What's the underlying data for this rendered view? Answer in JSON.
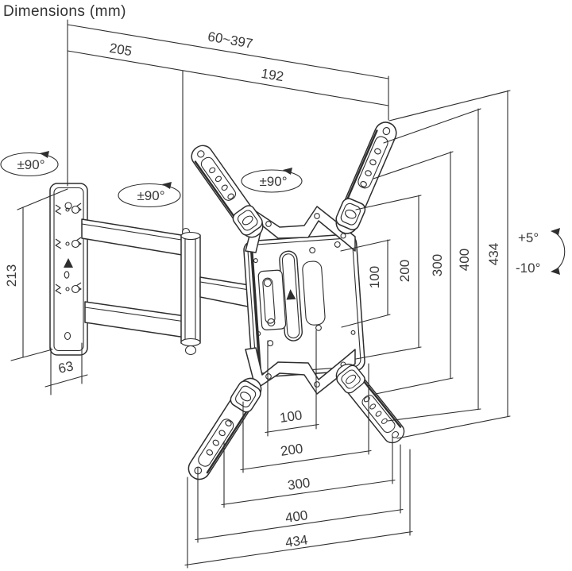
{
  "title": "Dimensions (mm)",
  "colors": {
    "line": "#2e2e2e",
    "text": "#3a3a3a",
    "background": "#ffffff"
  },
  "labels": {
    "extension_range": "60~397",
    "arm_section_left": "205",
    "arm_section_right": "192",
    "wall_plate_height": "213",
    "wall_plate_depth": "63",
    "swivel_wall": "±90°",
    "swivel_elbow": "±90°",
    "screen_rotation": "±90°",
    "tilt_up": "+5°",
    "tilt_down": "-10°"
  },
  "vesa_vertical_mm": [
    "100",
    "200",
    "300",
    "400",
    "434"
  ],
  "vesa_horizontal_mm": [
    "100",
    "200",
    "300",
    "400",
    "434"
  ]
}
